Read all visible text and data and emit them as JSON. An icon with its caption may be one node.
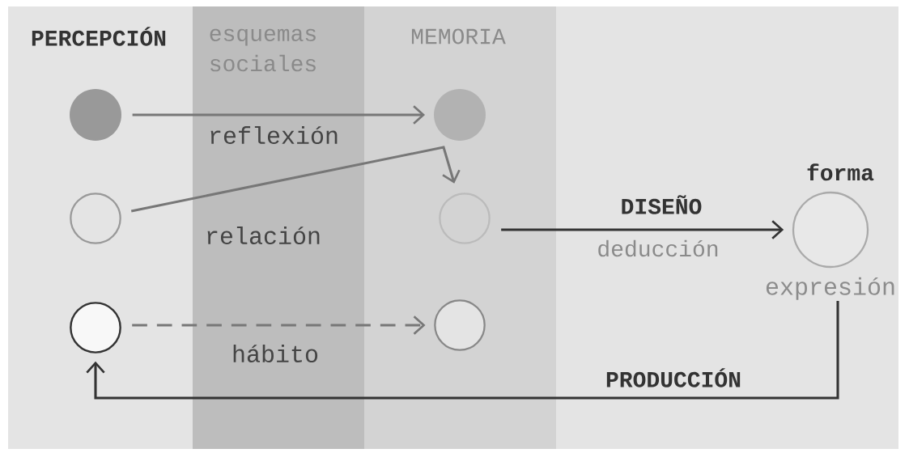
{
  "diagram": {
    "nodes": [
      {
        "text": [],
        "shape": "circle"
      },
      {
        "text": [],
        "shape": "circle"
      },
      {
        "text": [],
        "shape": "circle"
      },
      {
        "text": [],
        "shape": "circle"
      },
      {
        "text": [],
        "shape": "circle"
      },
      {
        "text": [],
        "shape": "circle"
      },
      {
        "text": [
          "forma",
          "expresión"
        ]
      }
    ],
    "edges": [
      {
        "from": 0,
        "to": 3,
        "arrow": "to",
        "label": "reflexión"
      },
      {
        "from": 1,
        "to": 4,
        "arrow": "to",
        "label": "relación"
      },
      {
        "from": 2,
        "to": 5,
        "arrow": "to",
        "label": "hábito",
        "style": "dashed"
      },
      {
        "from": 4,
        "to": 6,
        "arrow": "to",
        "label": "DISEÑO",
        "color": "#333333"
      },
      {
        "from": 6,
        "to": 2,
        "arrow": "to",
        "label": "PRODUCCIÓN",
        "color": "#333333"
      }
    ],
    "labels": [
      "PERCEPCIÓN",
      "esquemas sociales",
      "MEMORIA",
      "deducción"
    ]
  }
}
